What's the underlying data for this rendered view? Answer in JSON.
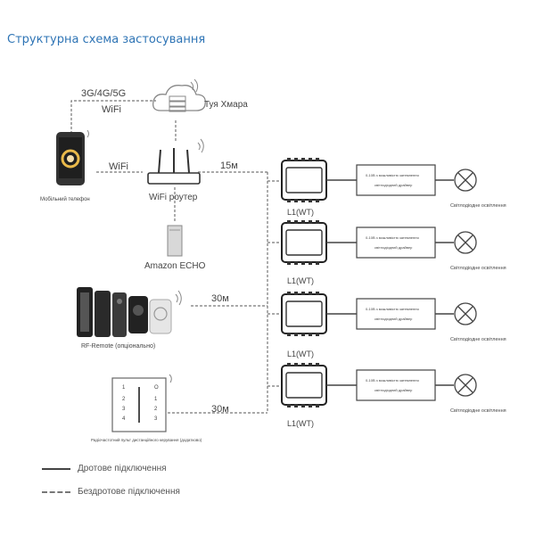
{
  "title": "Структурна схема застосування",
  "labels": {
    "network": "3G/4G/5G",
    "wifi_top": "WiFi",
    "cloud": "Туя Хмара",
    "phone": "Мобільний телефон",
    "wifi_mid": "WiFi",
    "router": "WiFi роутер",
    "echo": "Amazon ECHO",
    "remote": "RF-Remote (опціонально)",
    "panel": "Радіочастотний пульт дистанційного керування (додатково)",
    "dist_15": "15м",
    "dist_30a": "30м",
    "dist_30b": "30м"
  },
  "dimmers": [
    {
      "label": "L1(WT)"
    },
    {
      "label": "L1(WT)"
    },
    {
      "label": "L1(WT)"
    },
    {
      "label": "L1(WT)"
    }
  ],
  "drivers": [
    {
      "line1": "0-10В з можливістю затемнення",
      "line2": "світлодіодний драйвер"
    },
    {
      "line1": "0-10В з можливістю затемнення",
      "line2": "світлодіодний драйвер"
    },
    {
      "line1": "0-10В з можливістю затемнення",
      "line2": "світлодіодний драйвер"
    },
    {
      "line1": "0-10В з можливістю затемнення",
      "line2": "світлодіодний драйвер"
    }
  ],
  "lights": [
    {
      "label": "Світлодіодне освітлення"
    },
    {
      "label": "Світлодіодне освітлення"
    },
    {
      "label": "Світлодіодне освітлення"
    },
    {
      "label": "Світлодіодне освітлення"
    }
  ],
  "panel_keys": [
    "1",
    "O",
    "2",
    "1",
    "3",
    "2",
    "4",
    "3"
  ],
  "legend": {
    "wired": "Дротове підключення",
    "wireless": "Бездротове підключення"
  }
}
